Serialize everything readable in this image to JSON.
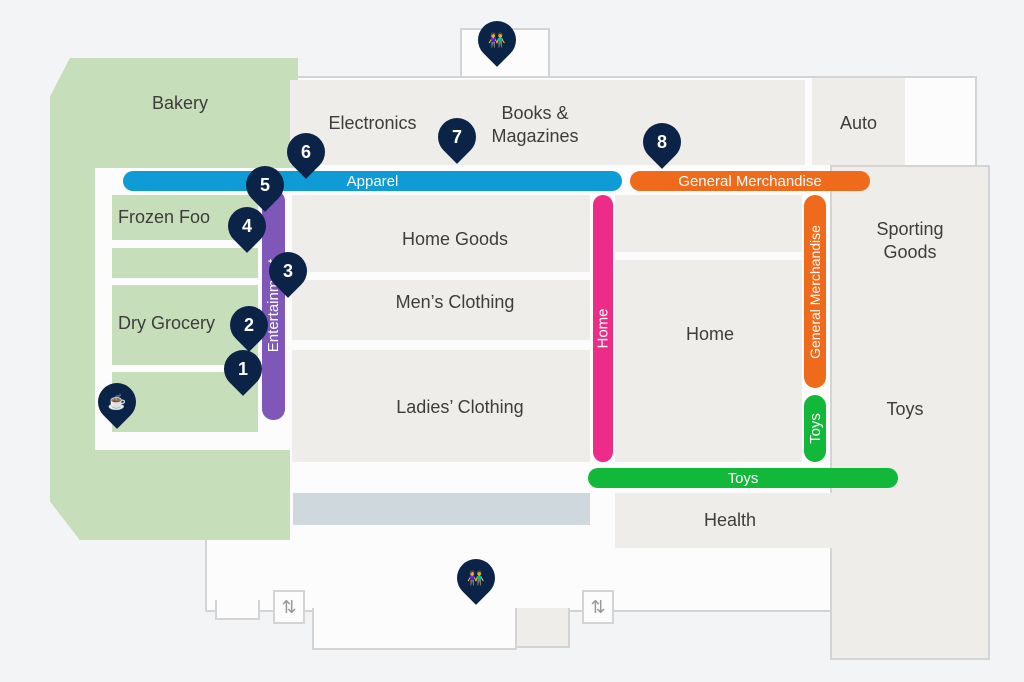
{
  "departments": {
    "bakery": "Bakery",
    "electronics": "Electronics",
    "books": "Books &\nMagazines",
    "auto": "Auto",
    "frozen_food": "Frozen Foo",
    "dry_grocery": "Dry Grocery",
    "home_goods": "Home Goods",
    "mens_clothing": "Men’s Clothing",
    "ladies_clothing": "Ladies’ Clothing",
    "home": "Home",
    "sporting_goods": "Sporting\nGoods",
    "toys": "Toys",
    "health": "Health"
  },
  "aisles": {
    "apparel": "Apparel",
    "general_merchandise_h": "General Merchandise",
    "entertainment": "Entertainment",
    "home": "Home",
    "general_merchandise_v": "General Merchandise",
    "toys_v": "Toys",
    "toys_h": "Toys"
  },
  "markers": [
    "1",
    "2",
    "3",
    "4",
    "5",
    "6",
    "7",
    "8"
  ],
  "icons": {
    "restroom": "👫",
    "cafe": "☕",
    "escalator": "⇅"
  },
  "colors": {
    "apparel": "#0e9bd6",
    "general_merchandise": "#f06a1c",
    "entertainment": "#7e57b8",
    "home": "#ec2c86",
    "toys": "#12b83a",
    "marker": "#0b2347"
  }
}
